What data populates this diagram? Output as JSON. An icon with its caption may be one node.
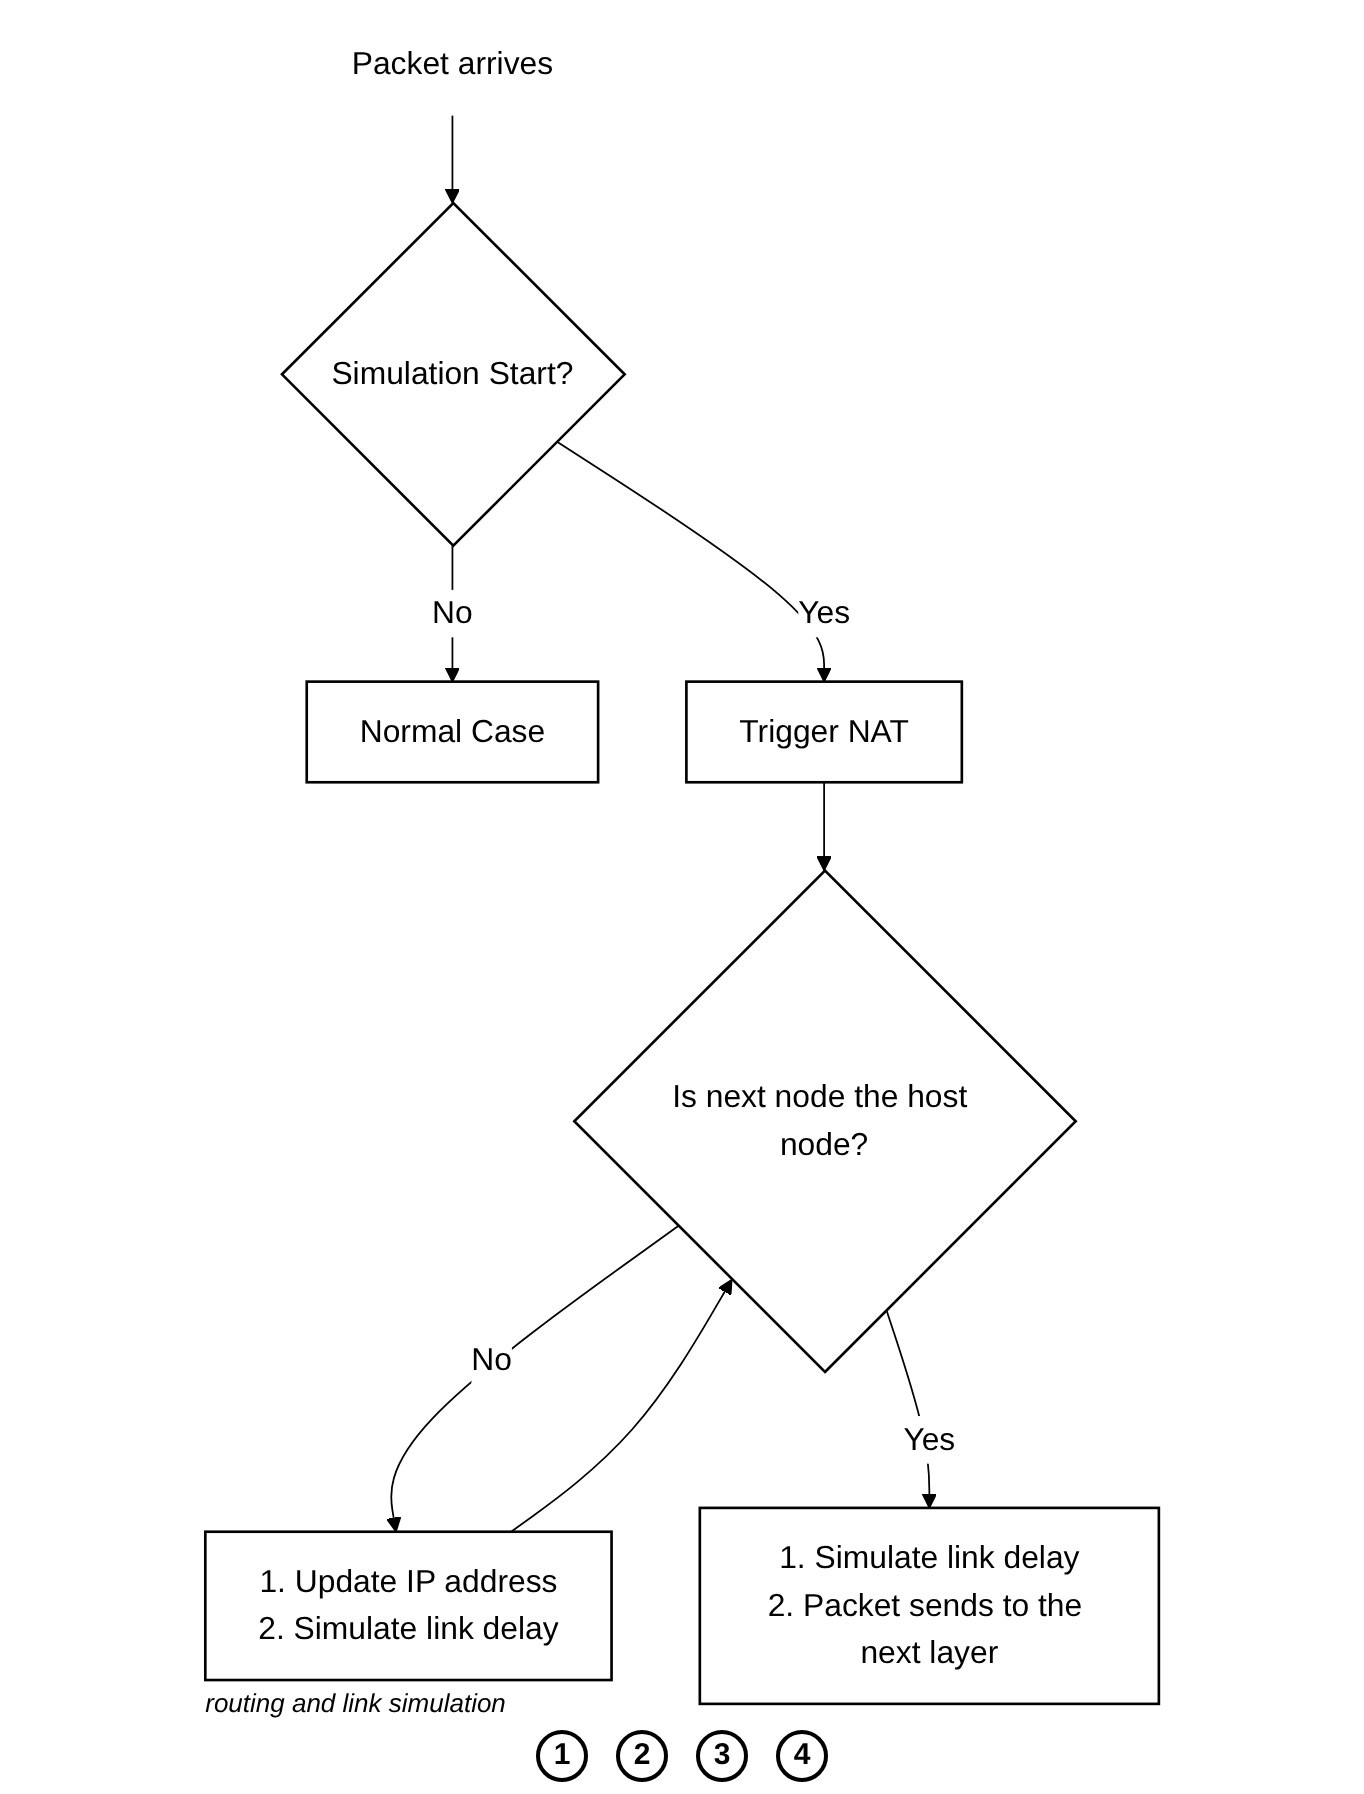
{
  "diagram": {
    "nodes": [
      {
        "text": [
          "Packet arrives"
        ]
      },
      {
        "text": [
          "Simulation Start?"
        ]
      },
      {
        "text": [
          "Normal Case"
        ]
      },
      {
        "text": [
          "Trigger NAT"
        ]
      },
      {
        "text": [
          "Is next node the host node?"
        ]
      },
      {
        "text": [
          "1. Update IP address",
          "2. Simulate link delay"
        ],
        "beside": [
          "routing and link simulation"
        ]
      },
      {
        "text": [
          "1. Simulate link delay",
          "2. Packet sends to the next layer"
        ]
      }
    ],
    "edges": [
      {
        "from": 0,
        "to": 1,
        "arrow": "to"
      },
      {
        "from": 1,
        "to": 2,
        "arrow": "to",
        "label": "No"
      },
      {
        "from": 1,
        "to": 3,
        "arrow": "to",
        "label": "Yes"
      },
      {
        "from": 3,
        "to": 4,
        "arrow": "to"
      },
      {
        "from": 4,
        "to": 5,
        "arrow": "to",
        "label": "No"
      },
      {
        "from": 5,
        "to": 4,
        "arrow": "to"
      },
      {
        "from": 4,
        "to": 6,
        "arrow": "to",
        "label": "Yes"
      }
    ],
    "labels": [
      "1",
      "2",
      "3",
      "4"
    ]
  }
}
